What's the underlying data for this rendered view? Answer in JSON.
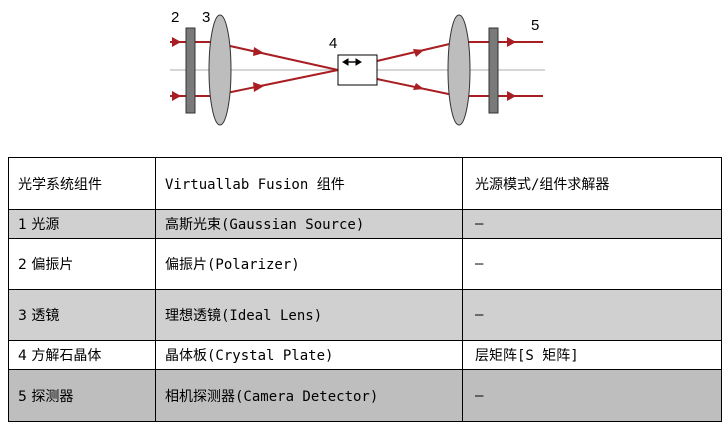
{
  "diagram": {
    "labels": {
      "polarizer_in": "2",
      "lens_in": "3",
      "crystal": "4",
      "detector": "5"
    },
    "colors": {
      "ray": "#a81e22",
      "lens_fill": "#bdbdbd",
      "plate_fill": "#7a7a7a",
      "axis": "#c8c8c8"
    }
  },
  "table": {
    "headers": [
      "光学系统组件",
      "Virtuallab Fusion 组件",
      "光源模式/组件求解器"
    ],
    "rows": [
      [
        "1 光源",
        "高斯光束(Gaussian Source)",
        "–"
      ],
      [
        "2 偏振片",
        "偏振片(Polarizer)",
        "–"
      ],
      [
        "3 透镜",
        "理想透镜(Ideal Lens)",
        "–"
      ],
      [
        "4 方解石晶体",
        "晶体板(Crystal Plate)",
        "层矩阵[S 矩阵]"
      ],
      [
        "5 探测器",
        "相机探测器(Camera Detector)",
        "–"
      ]
    ]
  }
}
